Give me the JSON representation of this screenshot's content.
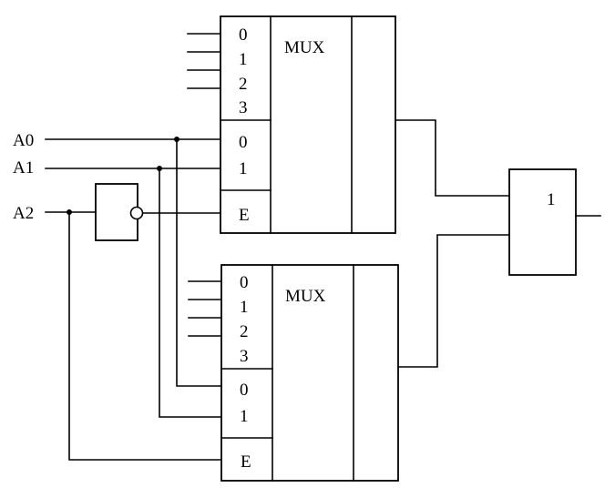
{
  "inputs": {
    "a0": "A0",
    "a1": "A1",
    "a2": "A2"
  },
  "mux_top": {
    "title": "MUX",
    "data_pins": [
      "0",
      "1",
      "2",
      "3"
    ],
    "select_pins": [
      "0",
      "1"
    ],
    "enable_pin": "E"
  },
  "mux_bottom": {
    "title": "MUX",
    "data_pins": [
      "0",
      "1",
      "2",
      "3"
    ],
    "select_pins": [
      "0",
      "1"
    ],
    "enable_pin": "E"
  },
  "or_gate": {
    "label": "1"
  }
}
